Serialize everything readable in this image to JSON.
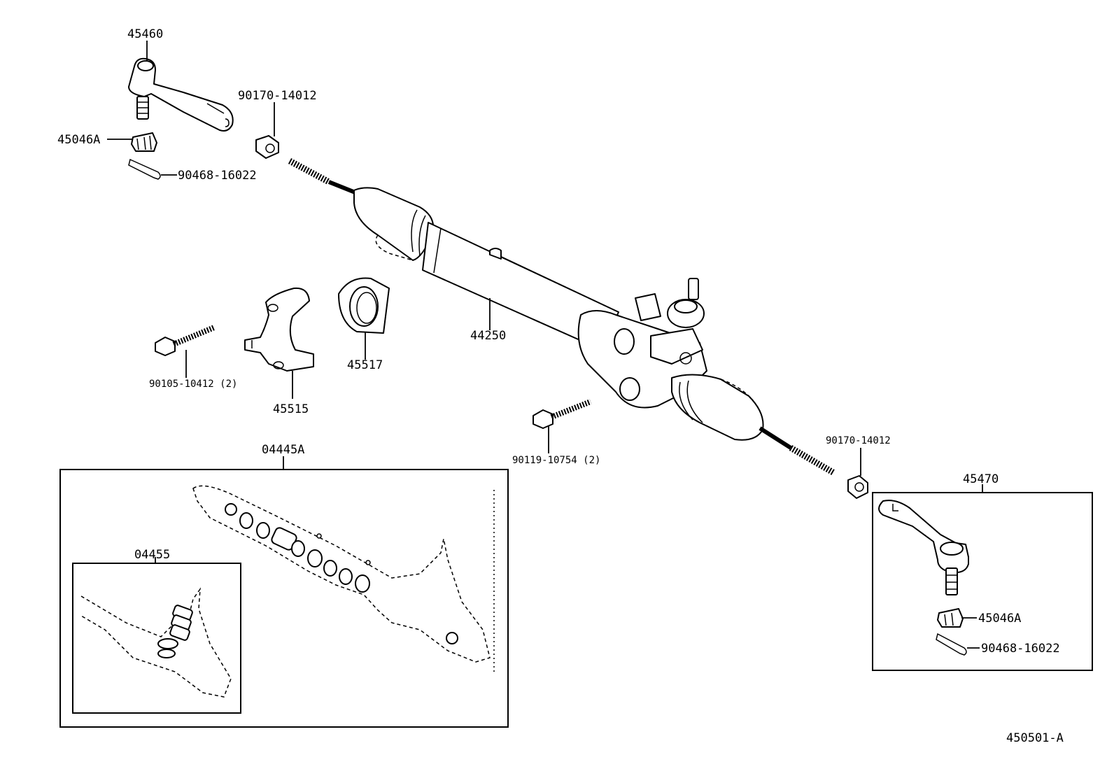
{
  "labels": {
    "tie_rod_end_left": "45460",
    "nut_left": "45046A",
    "cotter_pin_left": "90468-16022",
    "lock_nut_left": "90170-14012",
    "rack_assembly": "44250",
    "bolt_bracket": "90105-10412 (2)",
    "bracket": "45515",
    "grommet": "45517",
    "bolt_rack": "90119-10754 (2)",
    "lock_nut_right": "90170-14012",
    "tie_rod_end_right": "45470",
    "nut_right": "45046A",
    "cotter_pin_right": "90468-16022",
    "repair_kit": "04445A",
    "sub_kit": "04455",
    "diagram_code": "450501-A"
  }
}
